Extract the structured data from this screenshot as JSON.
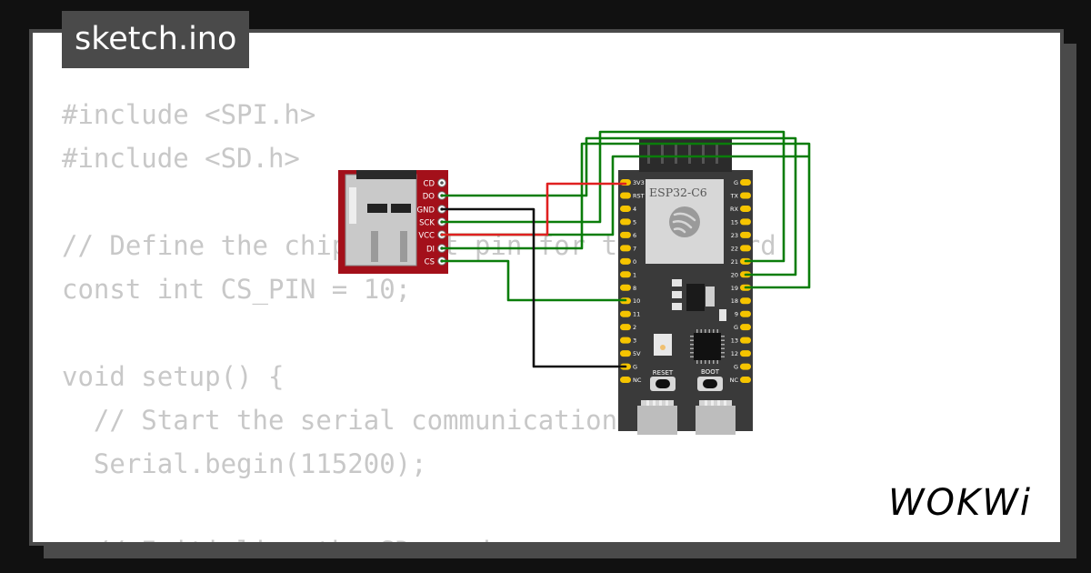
{
  "file_tab": {
    "label": "sketch.ino"
  },
  "code": [
    "#include <SPI.h>",
    "#include <SD.h>",
    "",
    "// Define the chip select pin for the SD card",
    "const int CS_PIN = 10;",
    "",
    "void setup() {",
    "  // Start the serial communication",
    "  Serial.begin(115200);",
    "",
    "  // Initialize the SD card"
  ],
  "sd_module": {
    "pins": [
      "CD",
      "DO",
      "GND",
      "SCK",
      "VCC",
      "DI",
      "CS"
    ]
  },
  "esp32": {
    "label": "ESP32-C6",
    "left_pins": [
      "3V3",
      "RST",
      "4",
      "5",
      "6",
      "7",
      "0",
      "1",
      "8",
      "10",
      "11",
      "2",
      "3",
      "5V",
      "G",
      "NC"
    ],
    "right_pins": [
      "G",
      "TX",
      "RX",
      "15",
      "23",
      "22",
      "21",
      "20",
      "19",
      "18",
      "9",
      "G",
      "13",
      "12",
      "G",
      "NC"
    ],
    "reset_label": "RESET",
    "boot_label": "BOOT"
  },
  "logo": {
    "text": "WOKWi"
  },
  "colors": {
    "background": "#111111",
    "card_border": "#4a4a4a",
    "code_text": "#c8c8c8",
    "sd_board": "#a3101a",
    "esp_board": "#3a3a3a",
    "wire_green": "#0a7d0a",
    "wire_red": "#e02020",
    "wire_black": "#111111",
    "pin_yellow": "#f5c400"
  }
}
